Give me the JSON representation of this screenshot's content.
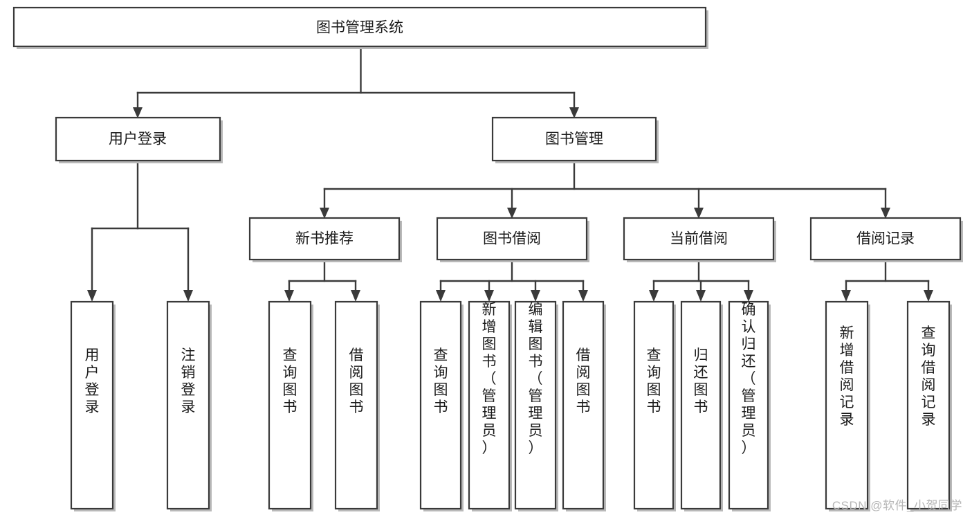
{
  "diagram": {
    "type": "tree",
    "title": "图书管理系统",
    "watermark": "CSDN @软件_小贺同学",
    "colors": {
      "background": "#ffffff",
      "box_stroke": "#3a3a3a",
      "box_fill": "#ffffff",
      "connector": "#3a3a3a",
      "text": "#1b1b1b",
      "watermark": "#b6b6b6"
    },
    "levels": {
      "root": {
        "label": "图书管理系统"
      },
      "level2": [
        {
          "label": "用户登录"
        },
        {
          "label": "图书管理"
        }
      ],
      "level3": [
        {
          "label": "新书推荐"
        },
        {
          "label": "图书借阅"
        },
        {
          "label": "当前借阅"
        },
        {
          "label": "借阅记录"
        }
      ],
      "leaves": {
        "user_login": [
          {
            "label": "用户登录"
          },
          {
            "label": "注销登录"
          }
        ],
        "new_book": [
          {
            "label": "查询图书"
          },
          {
            "label": "借阅图书"
          }
        ],
        "book_borrow": [
          {
            "label": "查询图书"
          },
          {
            "label": "新增图书（管理员）"
          },
          {
            "label": "编辑图书（管理员）"
          },
          {
            "label": "借阅图书"
          }
        ],
        "current_borrow": [
          {
            "label": "查询图书"
          },
          {
            "label": "归还图书"
          },
          {
            "label": "确认归还（管理员）"
          }
        ],
        "borrow_record": [
          {
            "label": "新增借阅记录"
          },
          {
            "label": "查询借阅记录"
          }
        ]
      }
    }
  }
}
